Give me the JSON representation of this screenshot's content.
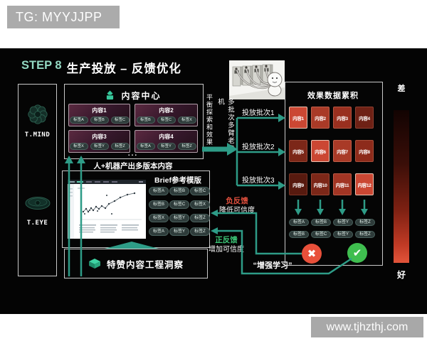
{
  "header": {
    "tg_badge": "TG: MYYJJPP",
    "step": "STEP 8",
    "title": "生产投放 – 反馈优化"
  },
  "footer": {
    "url_badge": "www.tjhzthj.com"
  },
  "sidebar": {
    "mind_label": "T.MIND",
    "eye_label": "T.EYE"
  },
  "content_center": {
    "title": "内容中心",
    "cards": [
      {
        "title": "内容1",
        "tags": [
          "标签A",
          "标签B",
          "标签C"
        ]
      },
      {
        "title": "内容2",
        "tags": [
          "标签B",
          "标签C",
          "标签X"
        ]
      },
      {
        "title": "内容3",
        "tags": [
          "标签X",
          "标签Y",
          "标签Z"
        ]
      },
      {
        "title": "内容4",
        "tags": [
          "标签A",
          "标签Y",
          "标签Z"
        ]
      }
    ],
    "ellipsis": "...",
    "caption": "人+机器产出多版本内容"
  },
  "bandit": {
    "balance_label": "平衡探索和效果",
    "machine_label": "多批次多臂老虎机",
    "batches": [
      "投放批次1",
      "投放批次2",
      "投放批次3"
    ]
  },
  "brief": {
    "title": "Brief参考模版",
    "tag_rows": [
      [
        "标签A",
        "标签B",
        "标签C"
      ],
      [
        "标签B",
        "标签C",
        "标签X"
      ],
      [
        "标签X",
        "标签Y",
        "标签Z"
      ],
      [
        "标签A",
        "标签Y",
        "标签Z"
      ]
    ]
  },
  "insight": {
    "label": "特赞内容工程洞察"
  },
  "results": {
    "title": "效果数据累积",
    "cells": [
      {
        "label": "内容1",
        "style": "background:#cb4733;border:1px solid #eec3b1"
      },
      {
        "label": "内容2",
        "style": "background:#a93a27;border:1px solid #c2604a"
      },
      {
        "label": "内容3",
        "style": "background:#992f1f;border:1px solid #b55540"
      },
      {
        "label": "内容4",
        "style": "background:#6e2115;border:1px solid #8f4030"
      },
      {
        "label": "内容5",
        "style": "background:#7c2718;border:1px solid #9a4734"
      },
      {
        "label": "内容6",
        "style": "background:#cb4733;border:1px solid #eec3b1"
      },
      {
        "label": "内容7",
        "style": "background:#a93a27;border:1px solid #c2604a"
      },
      {
        "label": "内容8",
        "style": "background:#8d2b1b;border:1px solid #aa4f3a"
      },
      {
        "label": "内容9",
        "style": "background:#571a0f;border:1px solid #7a3425"
      },
      {
        "label": "内容10",
        "style": "background:#7c2718;border:1px solid #9a4734"
      },
      {
        "label": "内容11",
        "style": "background:#a23524;border:1px solid #bd5a45"
      },
      {
        "label": "内容12",
        "style": "background:#cb4733;border:1px solid #eec3b1"
      }
    ],
    "neg_tags": [
      [
        "标签A",
        "标签B"
      ],
      [
        "标签B",
        "标签C"
      ]
    ],
    "pos_tags": [
      [
        "标签Y",
        "标签Z"
      ],
      [
        "标签Y",
        "标签Z"
      ]
    ],
    "fail_icon": "✖",
    "pass_icon": "✔"
  },
  "feedback": {
    "negative_title": "负反馈",
    "negative_sub": "降低可信度",
    "positive_title": "正反馈",
    "positive_sub": "增加可信度",
    "reinforcement": "“增强学习”"
  },
  "scale": {
    "bad": "差",
    "good": "好"
  },
  "colors": {
    "accent": "#2E9C87",
    "step_text": "#93D8C2",
    "negative": "#E2503E",
    "positive": "#3DC878",
    "fail_circle": "#E8503A",
    "pass_circle": "#3FBE4F",
    "heat_bright": "#CB4733"
  }
}
